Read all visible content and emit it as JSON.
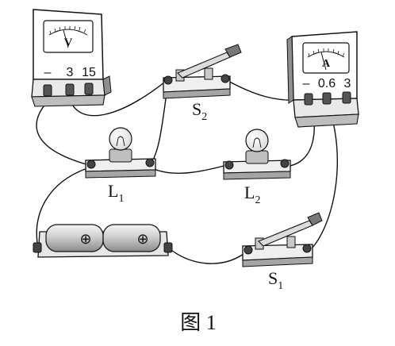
{
  "figure": {
    "caption": "图 1"
  },
  "voltmeter": {
    "face_letter": "V",
    "terminals": [
      "–",
      "3",
      "15"
    ]
  },
  "ammeter": {
    "face_letter": "A",
    "terminals": [
      "–",
      "0.6",
      "3"
    ]
  },
  "lamp_1": {
    "label": "L",
    "sub": "1"
  },
  "lamp_2": {
    "label": "L",
    "sub": "2"
  },
  "switch_1": {
    "label": "S",
    "sub": "1"
  },
  "switch_2": {
    "label": "S",
    "sub": "2"
  },
  "battery": {
    "cell_symbols": [
      "⊕",
      "⊕"
    ]
  }
}
